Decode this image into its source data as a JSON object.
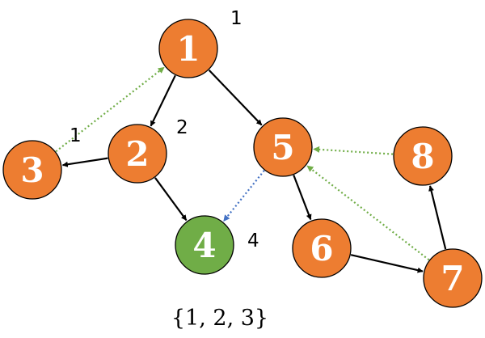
{
  "colors": {
    "default_node": "#ED7D31",
    "highlight_node": "#70AD47",
    "node_stroke": "#000000",
    "tree_edge": "#000000",
    "green_dotted_edge": "#70AD47",
    "blue_dotted_edge": "#4472C4"
  },
  "graph": {
    "nodes": [
      {
        "id": "1",
        "label": "1",
        "style": "default",
        "annotation": "1"
      },
      {
        "id": "2",
        "label": "2",
        "style": "default",
        "annotation": "2"
      },
      {
        "id": "3",
        "label": "3",
        "style": "default",
        "annotation": "1"
      },
      {
        "id": "4",
        "label": "4",
        "style": "highlight",
        "annotation": "4"
      },
      {
        "id": "5",
        "label": "5",
        "style": "default",
        "annotation": ""
      },
      {
        "id": "6",
        "label": "6",
        "style": "default",
        "annotation": ""
      },
      {
        "id": "7",
        "label": "7",
        "style": "default",
        "annotation": ""
      },
      {
        "id": "8",
        "label": "8",
        "style": "default",
        "annotation": ""
      }
    ],
    "edges": [
      {
        "from": "1",
        "to": "2",
        "style": "solid"
      },
      {
        "from": "1",
        "to": "5",
        "style": "solid"
      },
      {
        "from": "2",
        "to": "3",
        "style": "solid"
      },
      {
        "from": "2",
        "to": "4",
        "style": "solid"
      },
      {
        "from": "5",
        "to": "6",
        "style": "solid"
      },
      {
        "from": "6",
        "to": "7",
        "style": "solid"
      },
      {
        "from": "7",
        "to": "8",
        "style": "solid"
      },
      {
        "from": "3",
        "to": "1",
        "style": "dotted-green"
      },
      {
        "from": "8",
        "to": "5",
        "style": "dotted-green"
      },
      {
        "from": "7",
        "to": "5",
        "style": "dotted-green"
      },
      {
        "from": "5",
        "to": "4",
        "style": "dotted-blue"
      }
    ]
  },
  "caption": "{1, 2, 3}"
}
